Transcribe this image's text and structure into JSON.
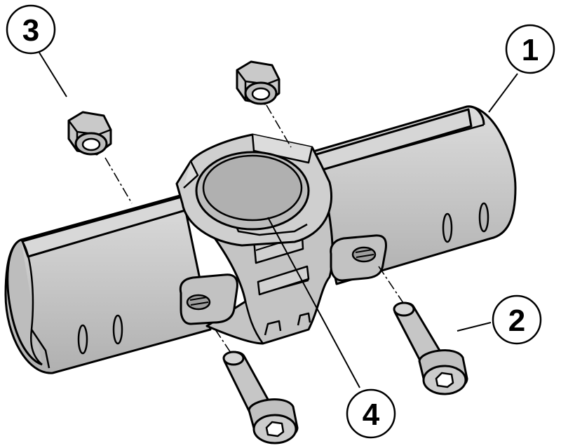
{
  "diagram": {
    "callouts": [
      {
        "id": "1",
        "label": "1"
      },
      {
        "id": "2",
        "label": "2"
      },
      {
        "id": "3",
        "label": "3"
      },
      {
        "id": "4",
        "label": "4"
      }
    ],
    "colors": {
      "metal": "#c8c8c8",
      "metal_dark": "#a9a9a9",
      "metal_light": "#e2e2e2",
      "outline": "#000000",
      "background": "#ffffff"
    }
  }
}
